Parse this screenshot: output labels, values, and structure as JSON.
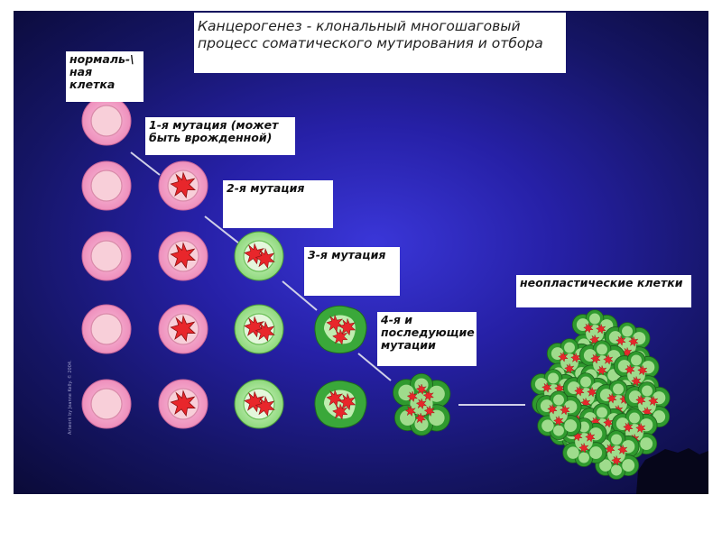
{
  "title": "Канцерогенез - клональный многошаговый процесс соматического мутирования и отбора",
  "labels": {
    "normal": "нормаль-\\ ная клетка",
    "m1": "1-я мутация (может быть врожденной)",
    "m2": "2-я мутация",
    "m3": "3-я мутация",
    "m4": "4-я и последующие мутации",
    "neo": "неопластические клетки"
  },
  "credit": "Artwork by Jeanne Kelly. © 2004.",
  "colors": {
    "normal_fill": "#f2a6c8",
    "normal_nucleus": "#f8cfd9",
    "mutant_green": "#a9e59a",
    "tumor_green": "#2f9a2e",
    "star_red": "#e8262b",
    "line": "#d0d0e8"
  }
}
